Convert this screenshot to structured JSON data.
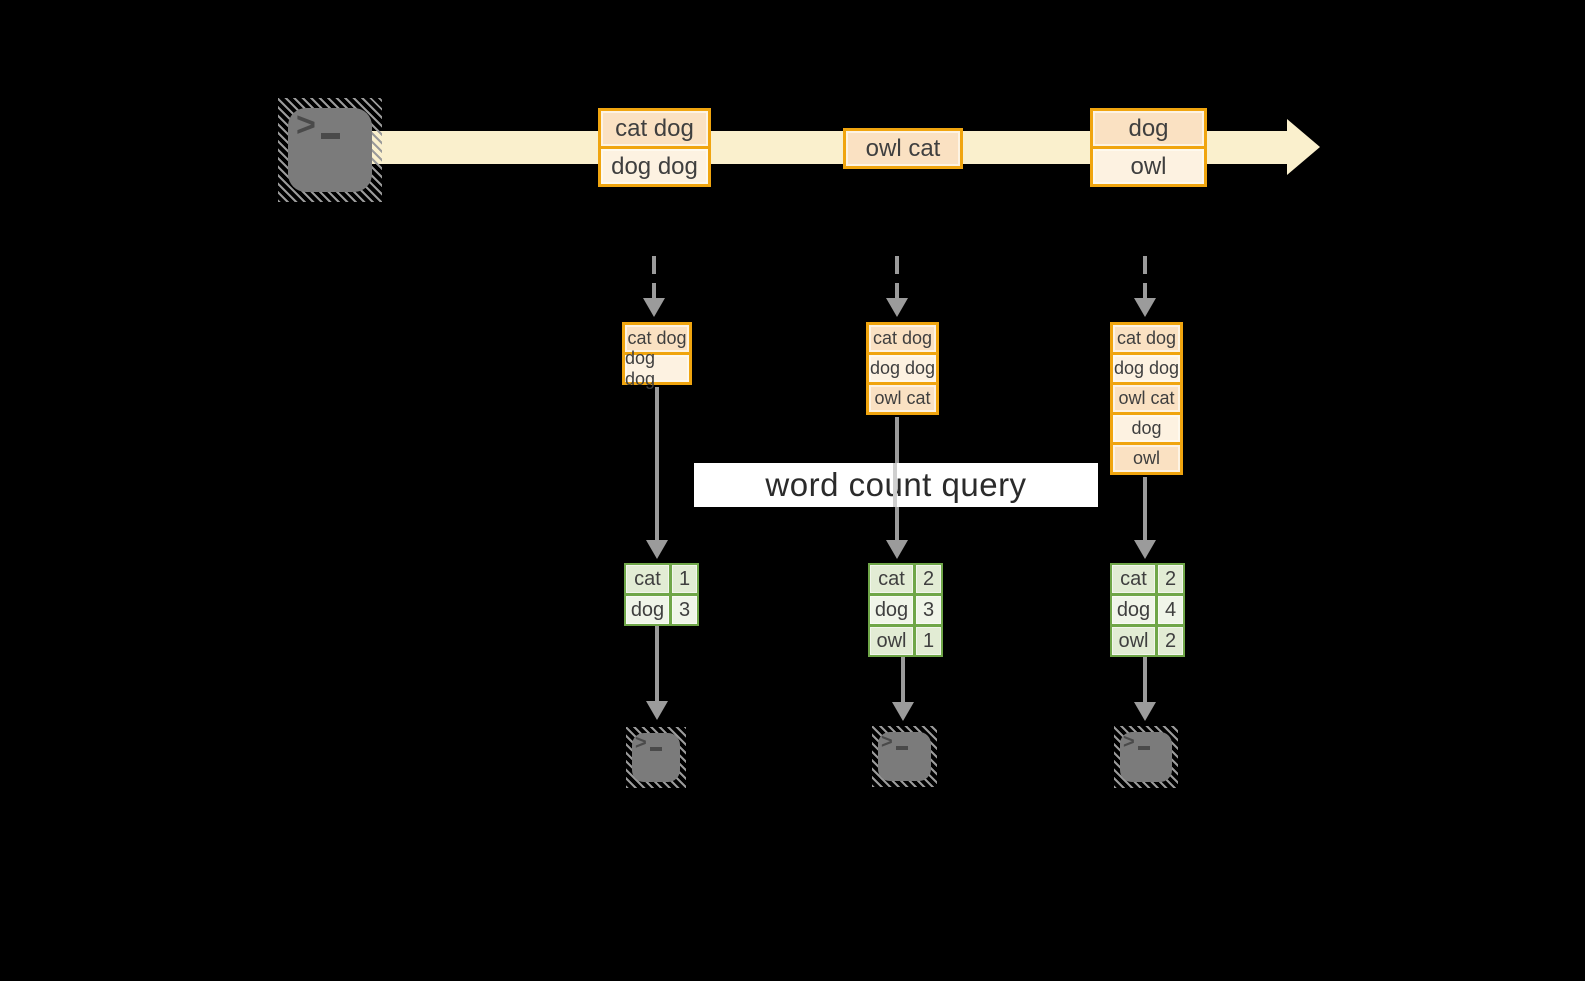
{
  "query": {
    "label": "word count query"
  },
  "stream": {
    "events": [
      {
        "lines": [
          "cat dog",
          "dog dog"
        ]
      },
      {
        "lines": [
          "owl cat"
        ]
      },
      {
        "lines": [
          "dog",
          "owl"
        ]
      }
    ]
  },
  "checkpoints": [
    {
      "buffer": [
        "cat dog",
        "dog dog"
      ],
      "table": [
        [
          "cat",
          "1"
        ],
        [
          "dog",
          "3"
        ]
      ]
    },
    {
      "buffer": [
        "cat dog",
        "dog dog",
        "owl cat"
      ],
      "table": [
        [
          "cat",
          "2"
        ],
        [
          "dog",
          "3"
        ],
        [
          "owl",
          "1"
        ]
      ]
    },
    {
      "buffer": [
        "cat dog",
        "dog dog",
        "owl cat",
        "dog",
        "owl"
      ],
      "table": [
        [
          "cat",
          "2"
        ],
        [
          "dog",
          "4"
        ],
        [
          "owl",
          "2"
        ]
      ]
    }
  ],
  "icons": {
    "terminal_prompt": ">"
  },
  "colors": {
    "background": "#000000",
    "stream_band": "#FAF0CD",
    "event_border": "#F0A50F",
    "event_fill_a": "#FAE1C2",
    "event_fill_b": "#FDF2E1",
    "table_border": "#6FA648",
    "table_fill_a": "#E2ECD4",
    "table_fill_b": "#F0F5E9",
    "arrow_gray": "#9B9B9B",
    "terminal_gray": "#7B7B7B",
    "banner_bg": "#FFFFFF",
    "text": "#3F3F3F"
  }
}
